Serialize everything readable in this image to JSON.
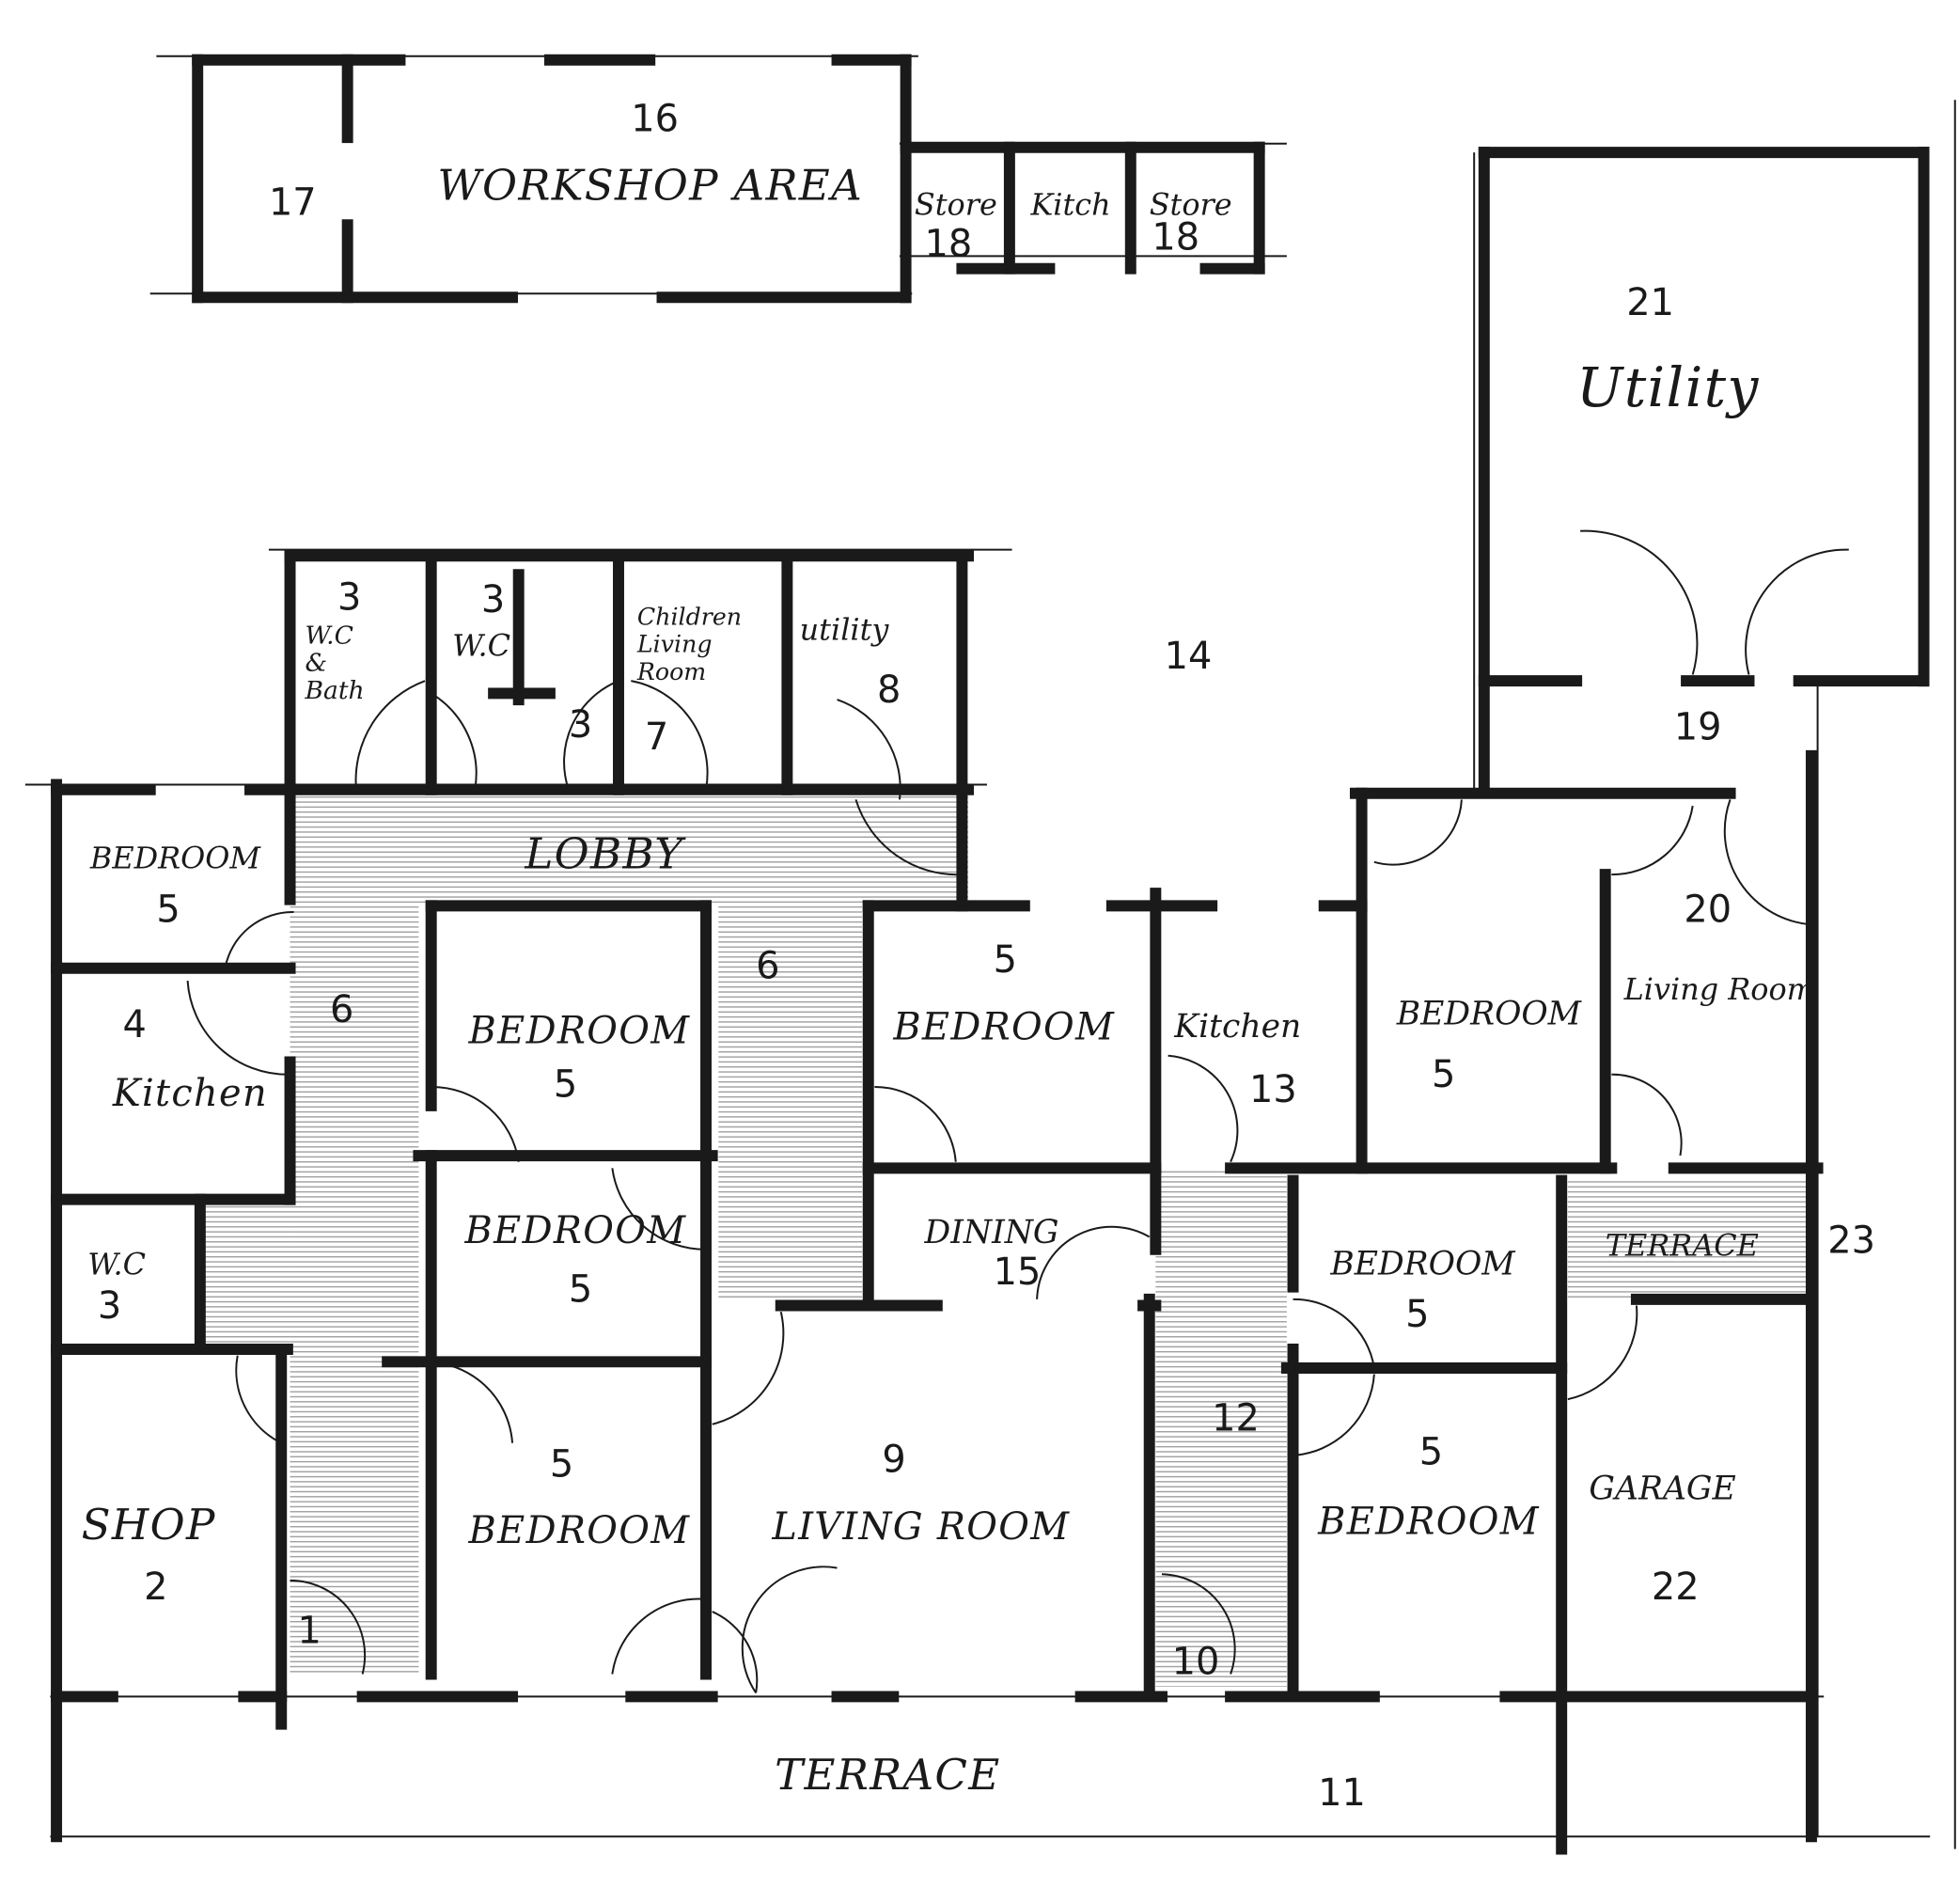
{
  "plan": {
    "colors": {
      "ink": "#1a1a1a",
      "hatch": "#9a9a9a",
      "paper": "#ffffff"
    },
    "rooms": {
      "workshop": {
        "label": "WORKSHOP AREA",
        "number": "16"
      },
      "room17": {
        "number": "17"
      },
      "store_left": {
        "label": "Store",
        "number": "18"
      },
      "kitchen_top": {
        "label": "Kitch"
      },
      "store_right": {
        "label": "Store",
        "number": "18"
      },
      "utility21": {
        "label": "Utility",
        "number": "21"
      },
      "courtyard": {
        "number": "14"
      },
      "wc_bath": {
        "label": "W.C & Bath",
        "number": "3"
      },
      "wc_top": {
        "label": "W.C",
        "number": "3"
      },
      "wc_lower_number": "3",
      "children_living": {
        "label": "Children Living Room",
        "number": "7"
      },
      "utility8": {
        "label": "utility",
        "number": "8"
      },
      "lobby": {
        "label": "LOBBY"
      },
      "bedroom_topleft": {
        "label": "BEDROOM",
        "number": "5"
      },
      "kitchen4": {
        "label": "Kitchen",
        "number": "4"
      },
      "corridor6a": {
        "number": "6"
      },
      "corridor6b": {
        "number": "6"
      },
      "wc3": {
        "label": "W.C",
        "number": "3"
      },
      "shop": {
        "label": "SHOP",
        "number": "2"
      },
      "entry1": {
        "number": "1"
      },
      "bedroom_a": {
        "label": "BEDROOM",
        "number": "5"
      },
      "bedroom_b": {
        "label": "BEDROOM",
        "number": "5"
      },
      "bedroom_c": {
        "label": "BEDROOM",
        "number": "5"
      },
      "bedroom_d": {
        "label": "BEDROOM",
        "number": "5"
      },
      "dining": {
        "label": "DINING",
        "number": "15"
      },
      "living9": {
        "label": "LIVING ROOM",
        "number": "9"
      },
      "kitchen13": {
        "label": "Kitchen",
        "number": "13"
      },
      "bedroom_e": {
        "label": "BEDROOM",
        "number": "5"
      },
      "living20": {
        "label": "Living Room",
        "number": "20"
      },
      "entry19": {
        "number": "19"
      },
      "terrace23": {
        "label": "TERRACE",
        "number": "23"
      },
      "bedroom_f": {
        "label": "BEDROOM",
        "number": "5"
      },
      "bedroom_g": {
        "label": "BEDROOM",
        "number": "5"
      },
      "corridor12": {
        "number": "12"
      },
      "entry10": {
        "number": "10"
      },
      "garage": {
        "label": "GARAGE",
        "number": "22"
      },
      "terrace11": {
        "label": "TERRACE",
        "number": "11"
      }
    }
  }
}
